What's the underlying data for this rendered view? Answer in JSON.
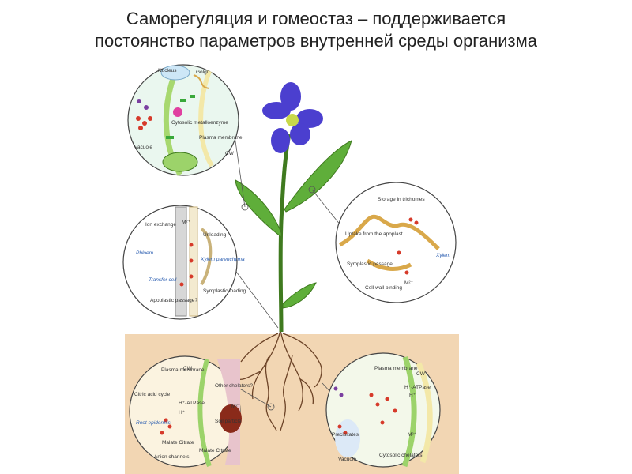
{
  "title": {
    "line1": "Саморегуляция и гомеостаз – поддерживается",
    "line2": "постоянство параметров внутренней среды организма"
  },
  "colors": {
    "flower": "#4b3fcf",
    "leaf": "#5fae3a",
    "soil": "#f2d6b3",
    "stem": "#3f7a1f",
    "root": "#6b4226"
  },
  "circle_top_left": {
    "nucleus": "Nucleus",
    "golgi": "Golgi",
    "enzyme": "Cytosolic metalloenzyme",
    "plasma": "Plasma membrane",
    "vacuole": "Vacuole",
    "cw": "CW"
  },
  "circle_mid_left": {
    "ion": "Ion exchange",
    "m": "M²⁺",
    "unloading": "Unloading",
    "phloem": "Phloem",
    "xylem": "Xylem parenchyma",
    "transfer": "Transfer cell",
    "symplastic": "Symplastic loading",
    "apoplastic": "Apoplastic passage?"
  },
  "circle_mid_right": {
    "storage": "Storage in trichomes",
    "uptake": "Uptake from the apoplast",
    "symplastic": "Symplastic passage",
    "cellwall": "Cell wall binding",
    "xylem": "Xylem",
    "m": "M²⁺"
  },
  "circle_bot_left": {
    "plasma": "Plasma membrane",
    "cw": "CW",
    "other": "Other chelators?",
    "citric": "Citric acid cycle",
    "atpase": "H⁺-ATPase",
    "h": "H⁺",
    "root": "Root epidermis",
    "malate": "Malate Citrate",
    "malate2": "Malate Citrate",
    "anion": "Anion channels",
    "soil": "Soil particle",
    "m": "M²⁺"
  },
  "circle_bot_right": {
    "plasma": "Plasma membrane",
    "cw": "CW",
    "atpase": "H⁺-ATPase",
    "h": "H⁺",
    "precip": "Precipitates",
    "vacuole": "Vacuole",
    "cyto": "Cytosolic chelators",
    "m": "M²⁺"
  }
}
